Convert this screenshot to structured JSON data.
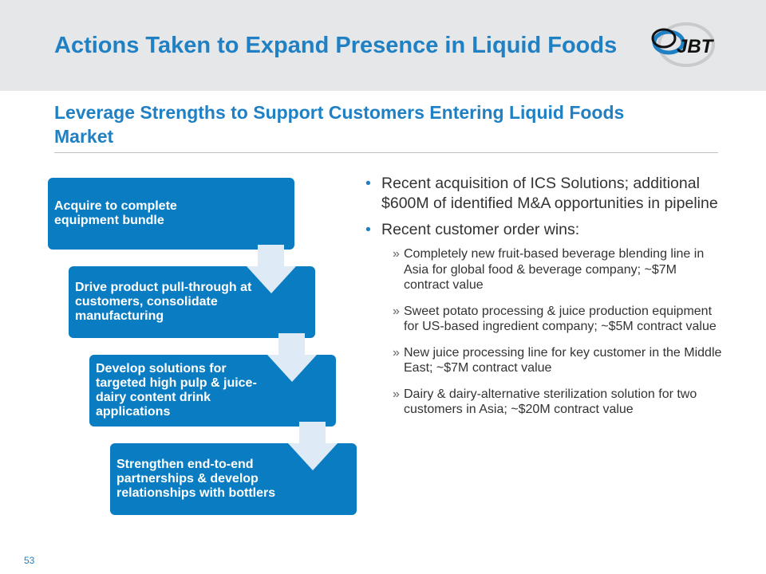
{
  "header": {
    "title": "Actions Taken to Expand Presence in Liquid Foods",
    "logo_text": "JBT"
  },
  "subtitle": "Leverage Strengths to Support Customers Entering Liquid Foods Market",
  "flow": [
    {
      "label": "Acquire to complete equipment bundle"
    },
    {
      "label": "Drive product pull-through at customers, consolidate manufacturing"
    },
    {
      "label": "Develop solutions for targeted high pulp & juice-dairy content drink applications"
    },
    {
      "label": "Strengthen end-to-end partnerships & develop relationships with bottlers"
    }
  ],
  "bullets": {
    "b1": "Recent acquisition of ICS Solutions; additional $600M of identified M&A opportunities in pipeline",
    "b2": "Recent customer order wins:",
    "marker": "»",
    "sub": [
      "Completely new fruit-based beverage blending line in Asia for global food & beverage company; ~$7M contract value",
      "Sweet potato processing & juice production equipment for US-based ingredient company; ~$5M contract value",
      "New juice processing line for key customer in the Middle East; ~$7M contract value",
      "Dairy & dairy-alternative sterilization solution for two customers in Asia; ~$20M contract value"
    ]
  },
  "page_number": "53",
  "colors": {
    "accent": "#1f80c4",
    "box": "#0a7dc2",
    "arrow": "#deebf6"
  }
}
